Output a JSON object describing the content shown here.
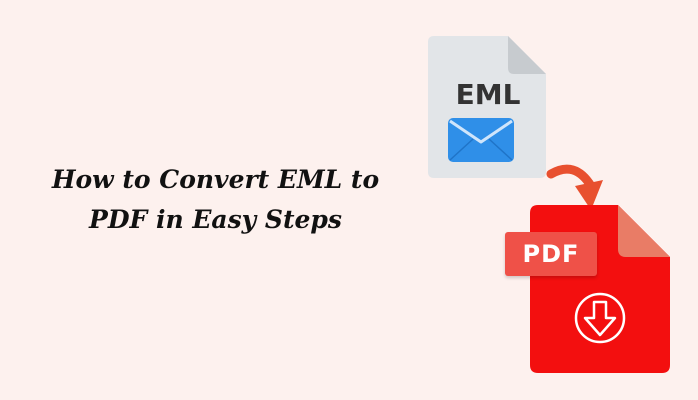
{
  "headline": {
    "line1": "How to Convert EML to",
    "line2": "PDF in Easy Steps"
  },
  "eml_file": {
    "label": "EML",
    "icon": "envelope-icon",
    "body_color": "#e2e5e8",
    "fold_color": "#c7cbcf",
    "envelope_color": "#2f8fe8"
  },
  "pdf_file": {
    "label": "PDF",
    "icon": "download-arrow-icon",
    "body_color": "#f30f0f",
    "badge_color": "#ef5148",
    "fold_color": "#e97c66"
  },
  "arrow": {
    "icon": "curved-arrow-icon",
    "color": "#e8502f"
  },
  "colors": {
    "background": "#fdf1ee",
    "text": "#111111"
  }
}
